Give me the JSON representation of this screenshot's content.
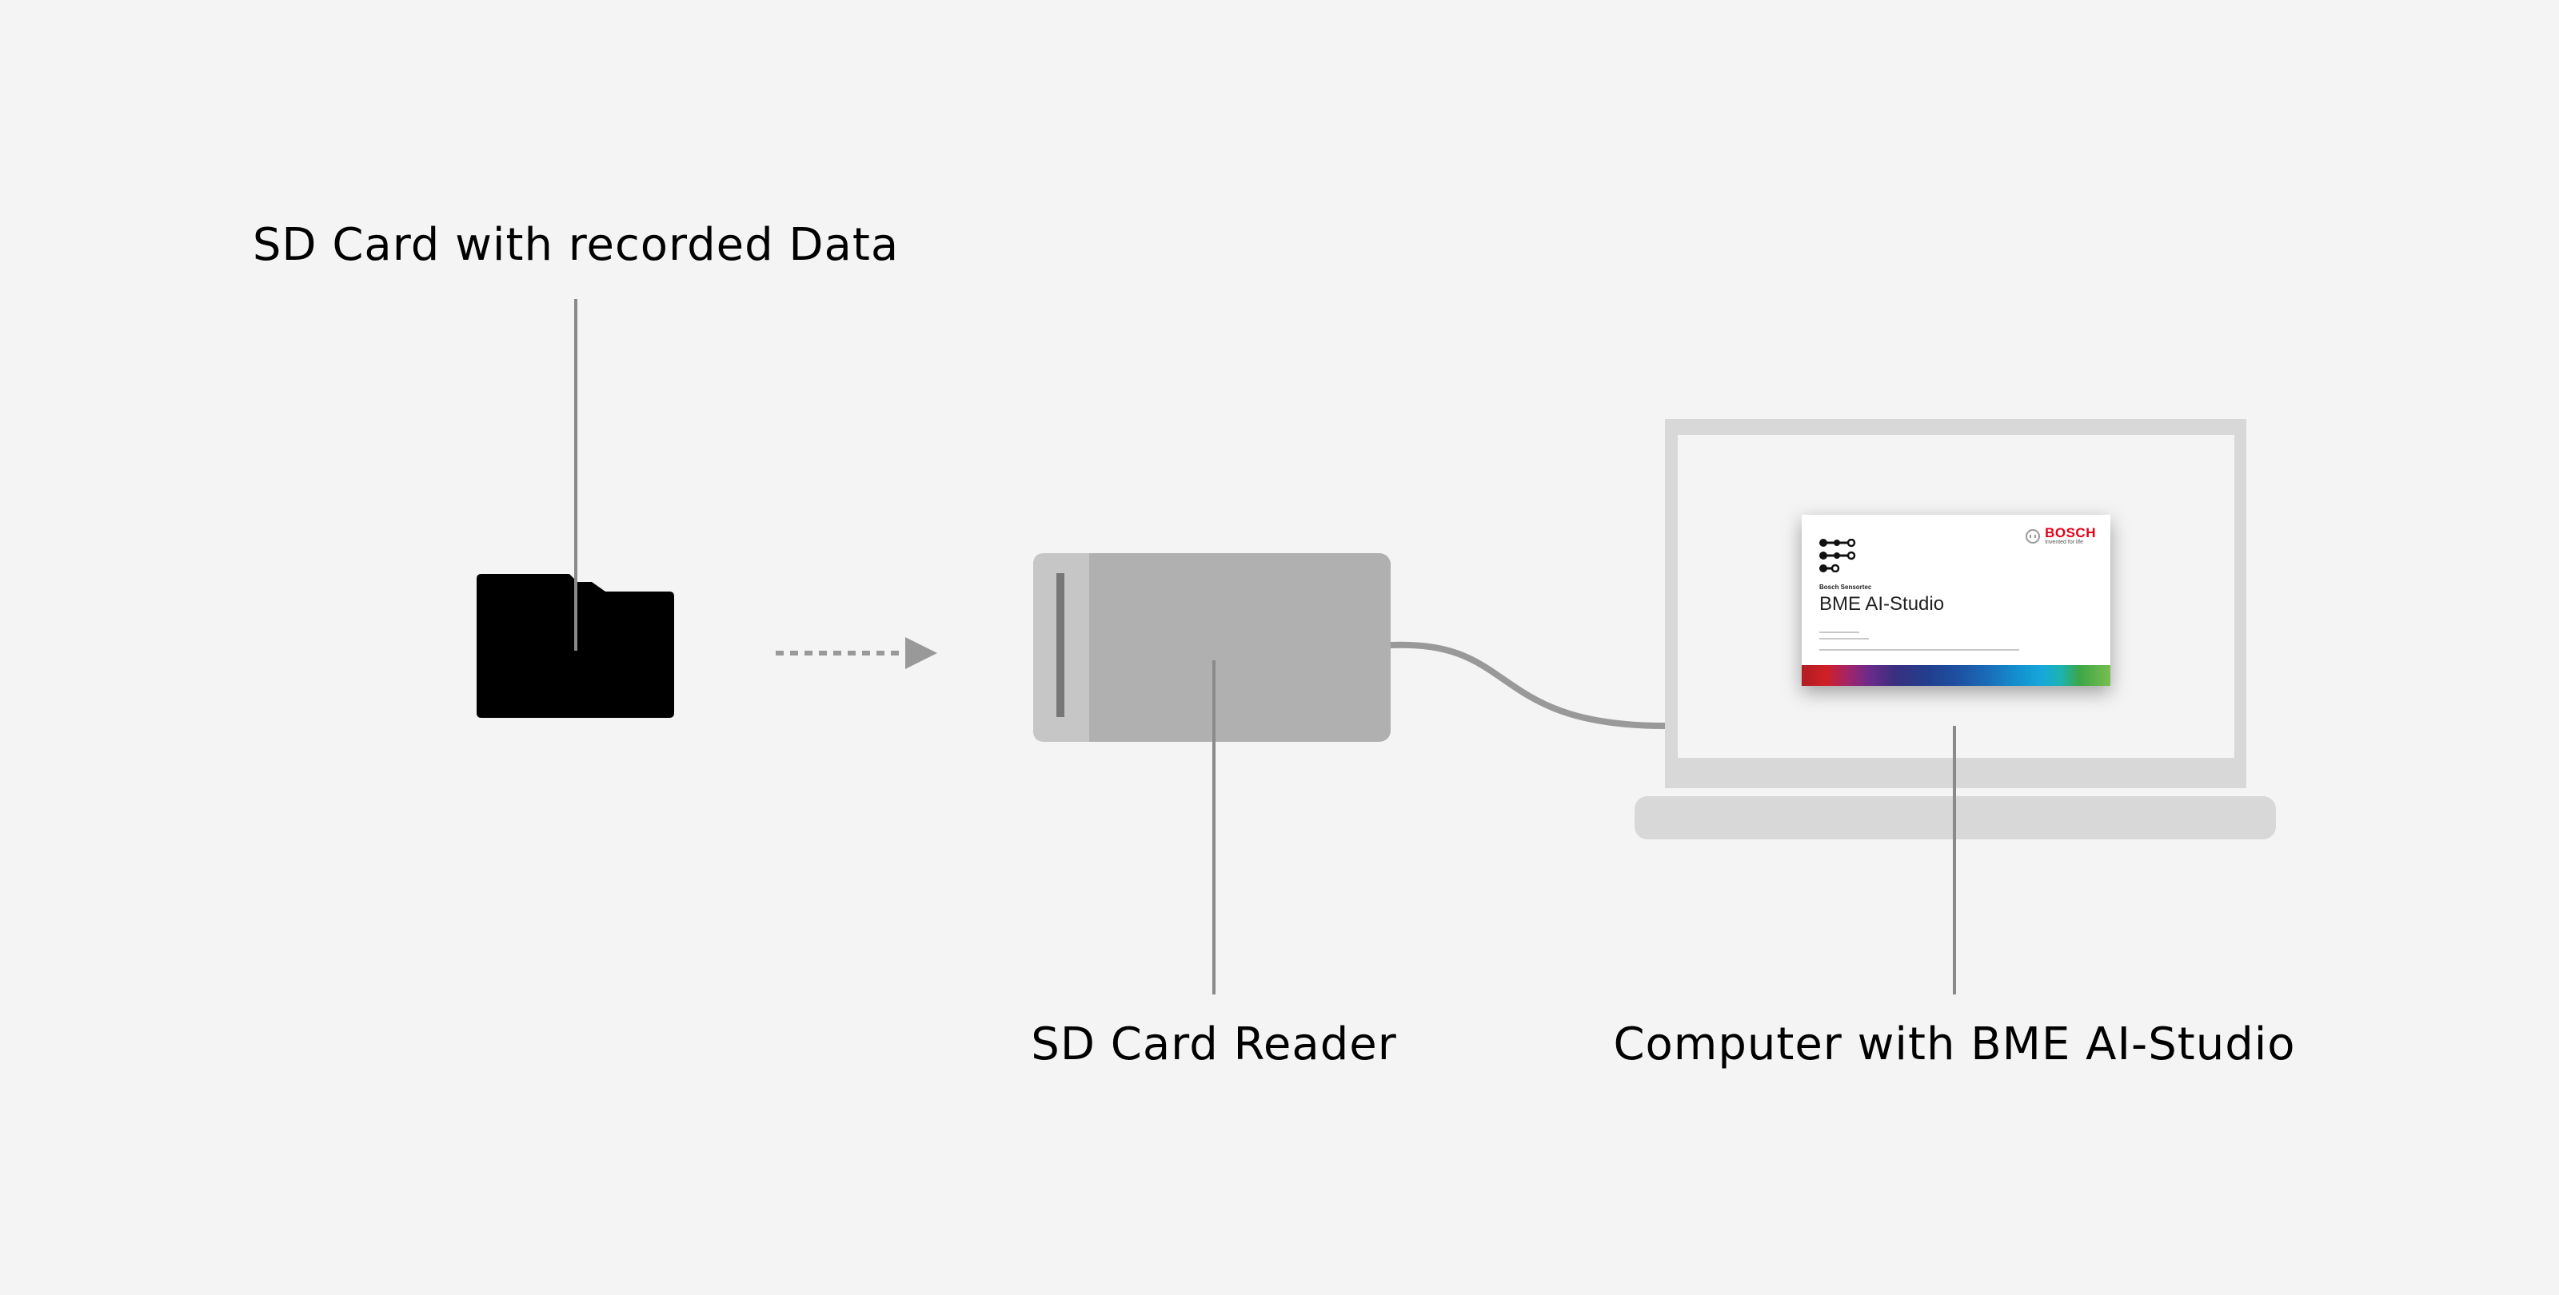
{
  "labels": {
    "sd_card": "SD Card with recorded Data",
    "reader": "SD Card Reader",
    "computer": "Computer with BME AI-Studio"
  },
  "app_window": {
    "brand": "BOSCH",
    "tagline": "Invented for life",
    "company": "Bosch Sensortec",
    "title": "BME AI-Studio"
  },
  "colors": {
    "background": "#f4f4f4",
    "sd_card": "#000000",
    "reader_body": "#b0b0b0",
    "reader_slot_panel": "#c6c6c6",
    "laptop": "#d8d8d8",
    "screen": "#f4f4f4",
    "connector": "#999999",
    "bosch_red": "#e20015"
  },
  "icons": [
    "sd-card-icon",
    "dashed-arrow-icon",
    "sd-card-reader",
    "cable",
    "laptop",
    "bosch-logo-icon"
  ]
}
